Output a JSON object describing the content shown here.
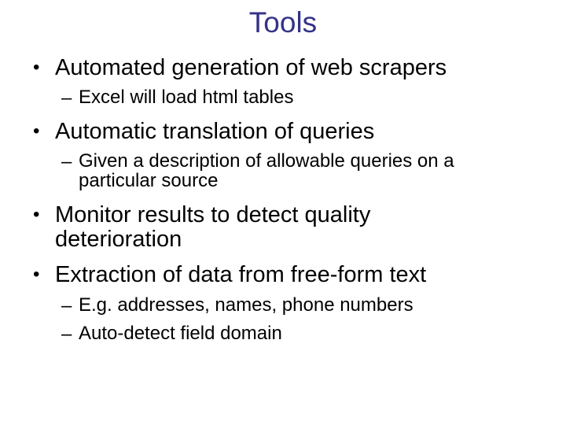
{
  "slide": {
    "title": "Tools",
    "bullet_char": "•",
    "dash_char": "–",
    "colors": {
      "background": "#ffffff",
      "title": "#333389",
      "body_text": "#000000"
    },
    "items": [
      {
        "level": 1,
        "text": "Automated generation of web scrapers"
      },
      {
        "level": 2,
        "text": "Excel will load html tables"
      },
      {
        "level": 1,
        "text": "Automatic translation of queries"
      },
      {
        "level": 2,
        "text": "Given a description of allowable queries on a particular source"
      },
      {
        "level": 1,
        "text": "Monitor results to detect quality deterioration"
      },
      {
        "level": 1,
        "text": "Extraction of data from free-form text"
      },
      {
        "level": 2,
        "text": "E.g. addresses, names, phone numbers"
      },
      {
        "level": 2,
        "text": "Auto-detect field domain"
      }
    ]
  }
}
